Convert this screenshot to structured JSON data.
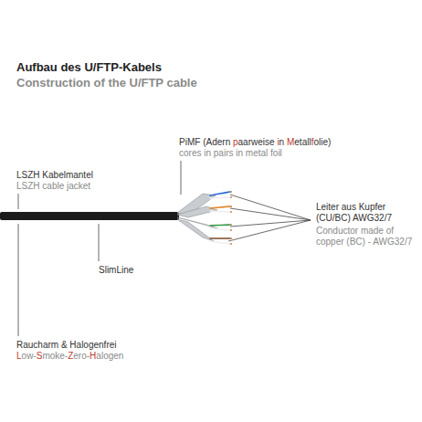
{
  "diagram": {
    "title": "Aufbau des U/FTP-Kabels",
    "labels": [
      "Construction of the U/FTP cable",
      "LSZH Kabelmantel",
      "LSZH cable jacket",
      "PiMF (Adern paarweise in Metallfolie)",
      "cores in pairs in metal foil",
      "Leiter aus Kupfer (CU/BC) AWG32/7",
      "Conductor made of copper (BC) - AWG32/7",
      "SlimLine",
      "Raucharm & Halogenfrei",
      "Low-Smoke-Zero-Halogen"
    ]
  }
}
